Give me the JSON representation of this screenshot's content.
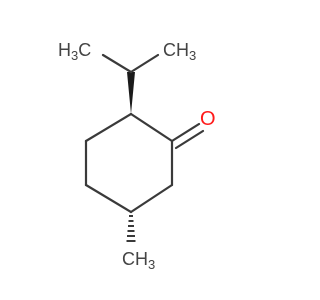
{
  "molecule": {
    "labels": {
      "methyl_top_left": {
        "prefix": "H",
        "sub": "3",
        "suffix": "C"
      },
      "methyl_top_right": {
        "prefix": "CH",
        "sub": "3"
      },
      "oxygen": {
        "text": "O"
      },
      "methyl_bottom": {
        "prefix": "CH",
        "sub": "3"
      }
    },
    "colors": {
      "bond": "#3a3a3a",
      "wedge": "#1a1a1a",
      "oxygen": "#ff1a1a",
      "label": "#444444"
    }
  }
}
